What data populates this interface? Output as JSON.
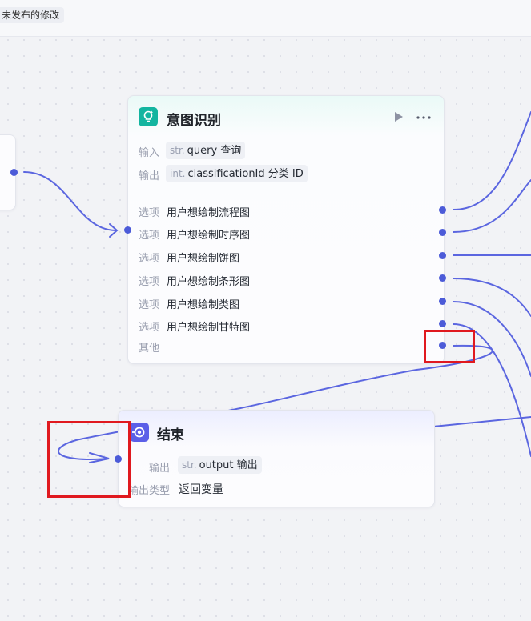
{
  "topbar": {
    "unpublished_label": "未发布的修改"
  },
  "intent_node": {
    "title": "意图识别",
    "input": {
      "label": "输入",
      "type": "str.",
      "name": "query",
      "desc": "查询"
    },
    "output": {
      "label": "输出",
      "type": "int.",
      "name": "classificationId",
      "desc": "分类 ID"
    },
    "option_label": "选项",
    "options": [
      "用户想绘制流程图",
      "用户想绘制时序图",
      "用户想绘制饼图",
      "用户想绘制条形图",
      "用户想绘制类图",
      "用户想绘制甘特图"
    ],
    "other_label": "其他",
    "icons": {
      "node": "lightbulb-icon",
      "run": "play-icon",
      "more": "more-icon"
    }
  },
  "end_node": {
    "title": "结束",
    "output": {
      "label": "输出",
      "type": "str.",
      "name": "output",
      "desc": "输出"
    },
    "output_type": {
      "label": "输出类型",
      "value": "返回变量"
    },
    "icons": {
      "node": "end-icon"
    }
  },
  "colors": {
    "edge": "#5b66e0",
    "port": "#4c5bd8",
    "intent_icon": "#13b5a0",
    "end_icon": "#5b5fe8",
    "highlight": "#e0191f"
  }
}
